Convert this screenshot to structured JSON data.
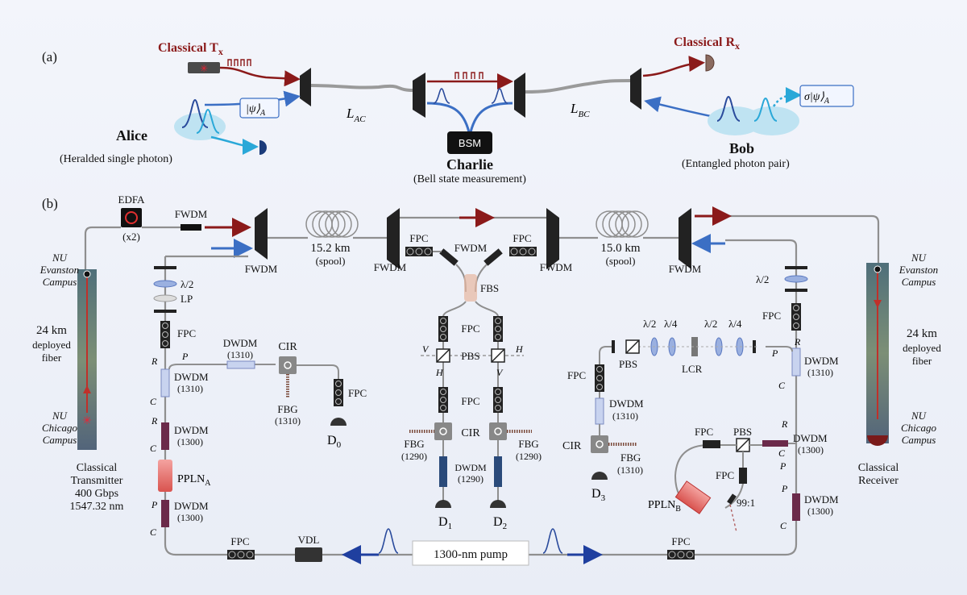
{
  "panel_a": {
    "label": "(a)",
    "classical_tx": "Classical T",
    "classical_tx_sub": "x",
    "classical_rx": "Classical R",
    "classical_rx_sub": "x",
    "psi_a": "|ψ⟩",
    "psi_a_sub": "A",
    "sigma_psi": "σ|ψ⟩",
    "sigma_psi_sub": "A",
    "alice": "Alice",
    "alice_sub": "(Heralded single photon)",
    "l_ac": "L",
    "l_ac_sub": "AC",
    "l_bc": "L",
    "l_bc_sub": "BC",
    "bsm": "BSM",
    "charlie": "Charlie",
    "charlie_sub": "(Bell state measurement)",
    "bob": "Bob",
    "bob_sub": "(Entangled photon pair)"
  },
  "panel_b": {
    "label": "(b)",
    "edfa": "EDFA",
    "edfa_x2": "(x2)",
    "fwdm": "FWDM",
    "spool_left_km": "15.2 km",
    "spool_right_km": "15.0 km",
    "spool": "(spool)",
    "fpc": "FPC",
    "fbs": "FBS",
    "pbs": "PBS",
    "cir": "CIR",
    "dwdm": "DWDM",
    "dwdm_1310": "(1310)",
    "dwdm_1300": "(1300)",
    "dwdm_1290": "(1290)",
    "fbg": "FBG",
    "fbg_1310": "(1310)",
    "fbg_1290": "(1290)",
    "half_wave": "λ/2",
    "quarter_wave": "λ/4",
    "lp": "LP",
    "lcr": "LCR",
    "ppln_a": "PPLN",
    "ppln_a_sub": "A",
    "ppln_b": "PPLN",
    "ppln_b_sub": "B",
    "vdl": "VDL",
    "pump": "1300-nm pump",
    "split_9901": "99:1",
    "port_r": "R",
    "port_p": "P",
    "port_c": "C",
    "pol_v": "V",
    "pol_h": "H",
    "d0": "D",
    "d0_sub": "0",
    "d1": "D",
    "d1_sub": "1",
    "d2": "D",
    "d2_sub": "2",
    "d3": "D",
    "d3_sub": "3",
    "nu_evanston_1": "NU",
    "nu_evanston_2": "Evanston",
    "nu_evanston_3": "Campus",
    "nu_chicago_1": "NU",
    "nu_chicago_2": "Chicago",
    "nu_chicago_3": "Campus",
    "deployed_1": "24 km",
    "deployed_2": "deployed",
    "deployed_3": "fiber",
    "tx_1": "Classical",
    "tx_2": "Transmitter",
    "tx_3": "400 Gbps",
    "tx_4": "1547.32 nm",
    "rx_1": "Classical",
    "rx_2": "Receiver"
  },
  "colors": {
    "fiber": "#8f8f8f",
    "classical_red": "#8b1a1a",
    "quantum_blue": "#3b6fc4",
    "pump_blue": "#1f3f9f",
    "dwdm_purple": "#6b2a4a",
    "dwdm_light": "#c8d3ef",
    "ppln_red": "#d9534f"
  }
}
